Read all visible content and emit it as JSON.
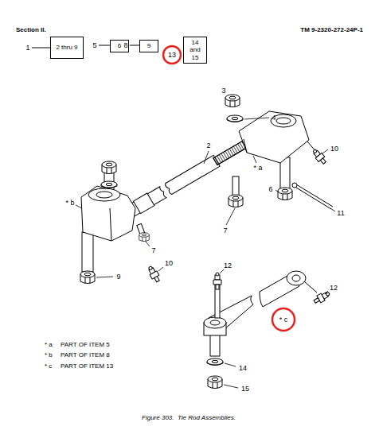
{
  "diagram": {
    "caption": "Figure 303.  Tie Rod Assemblies.",
    "nodes": [
      {
        "text": [
          "2 thru 9"
        ]
      },
      {
        "text": [
          "6"
        ]
      },
      {
        "text": [
          "9"
        ]
      },
      {
        "text": [
          "14 and 15"
        ]
      }
    ],
    "labels": [
      "Section II.",
      "TM 9-2320-272-24P-1",
      "1",
      "5",
      "8",
      "13",
      "3",
      "4",
      "10",
      "2",
      "* a",
      "6",
      "11",
      "7",
      "* b",
      "7",
      "10",
      "9",
      "12",
      "12",
      "* c",
      "14",
      "15",
      "* a",
      "PART OF ITEM 5",
      "* b",
      "PART OF ITEM 8",
      "* c",
      "PART OF ITEM 13"
    ]
  }
}
